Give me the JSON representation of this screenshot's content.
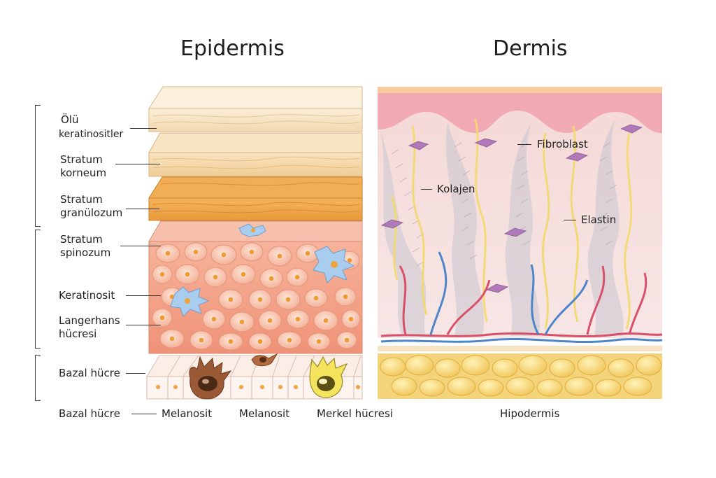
{
  "titles": {
    "epidermis": "Epidermis",
    "dermis": "Dermis"
  },
  "epidermis_labels": {
    "dead_keratinocytes_1": "Ölü",
    "dead_keratinocytes_2": "keratinositler",
    "corneum_1": "Stratum",
    "corneum_2": "korneum",
    "granulosum_1": "Stratum",
    "granulosum_2": "granülozum",
    "spinosum_1": "Stratum",
    "spinosum_2": "spinozum",
    "keratinocyte": "Keratinosit",
    "langerhans_1": "Langerhans",
    "langerhans_2": "hücresi",
    "basal_cell": "Bazal hücre"
  },
  "bottom_labels": {
    "basal_cell": "Bazal hücre",
    "melanocyte_1": "Melanosit",
    "melanocyte_2": "Melanosit",
    "merkel": "Merkel hücresi",
    "hypodermis": "Hipodermis"
  },
  "dermis_labels": {
    "fibroblast": "Fibroblast",
    "collagen": "Kolajen",
    "elastin": "Elastin"
  },
  "colors": {
    "corneum_light": "#f7e4c4",
    "granulosum": "#f0b35c",
    "spinosum": "#f5a98c",
    "dermis_pink": "#f3b7bf",
    "hypodermis_fat": "#f5d46e",
    "artery": "#d9506a",
    "vein": "#4f86c9",
    "langerhans": "#9cc6ec",
    "merkel": "#f3e25a"
  }
}
